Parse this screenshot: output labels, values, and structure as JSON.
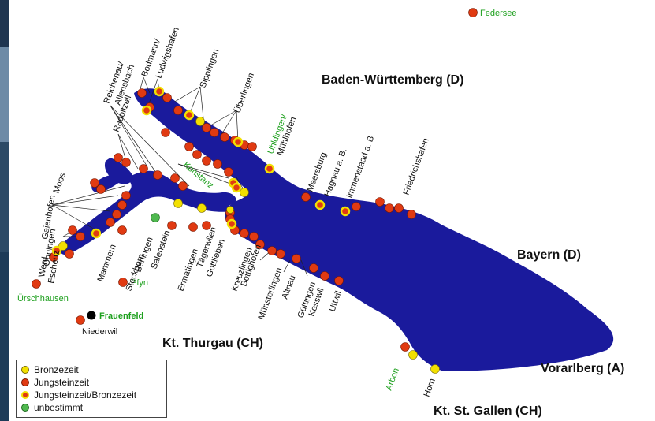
{
  "colors": {
    "lake": "#1a1a9c",
    "bronze": "#f2e000",
    "neolithic": "#e03a12",
    "mixed_ring": "#f2e000",
    "undetermined": "#4fb84f",
    "town_green": "#1ea01e",
    "black_site": "#000000"
  },
  "regions": {
    "baden_wuerttemberg": "Baden-Württemberg (D)",
    "bayern": "Bayern (D)",
    "thurgau": "Kt. Thurgau (CH)",
    "vorarlberg": "Vorarlberg (A)",
    "st_gallen": "Kt. St. Gallen (CH)"
  },
  "places": {
    "federsee": "Federsee",
    "bodmann": "Bodmann/",
    "ludwigshafen": "Ludwigshafen",
    "sipplingen": "Sipplingen",
    "ueberlingen": "Überlingen",
    "uhldingen": "Uhldingen/",
    "muehlhofen": "Mühlhofen",
    "meersburg": "Meersburg",
    "hagnau": "Hagnau a. B.",
    "immenstaad": "Immenstaad a. B.",
    "friedrichshafen": "Friedrichshafen",
    "reichenau": "Reichenau/",
    "allensbach": "Allensbach",
    "radolfzell": "Radolfzell",
    "konstanz": "Konstanz",
    "moos": "Moos",
    "gaienhofen": "Gaienhofen",
    "oehningen": "Öhningen",
    "wetd": "Werd",
    "eschenz": "Eschenz",
    "mammern": "Mammern",
    "steckborn": "Steckborn",
    "berlingen": "Berlingen",
    "salenstein": "Salenstein",
    "ermatingen": "Ermatingen",
    "taegerwilen": "Tägerwilen",
    "gottlieben": "Gottlieben",
    "kreuzlingen": "Kreuzlingen",
    "bottighofen": "Bottighofen",
    "muensterlingen": "Münsterlingen",
    "altnau": "Altnau",
    "guettingen": "Güttingen",
    "kesswil": "Kesswil",
    "uttwil": "Uttwil",
    "arbon": "Arbon",
    "horn": "Horn",
    "pfyn": "Pfyn",
    "uerschhausen": "Ürschhausen",
    "frauenfeld": "Frauenfeld",
    "niederwil": "Niederwil"
  },
  "legend": {
    "items": [
      {
        "label": "Bronzezeit",
        "kind": "bronze"
      },
      {
        "label": "Jungsteinzeit",
        "kind": "neolithic"
      },
      {
        "label": "Jungsteinzeit/Bronzezeit",
        "kind": "mixed"
      },
      {
        "label": "unbestimmt",
        "kind": "undetermined"
      }
    ]
  }
}
